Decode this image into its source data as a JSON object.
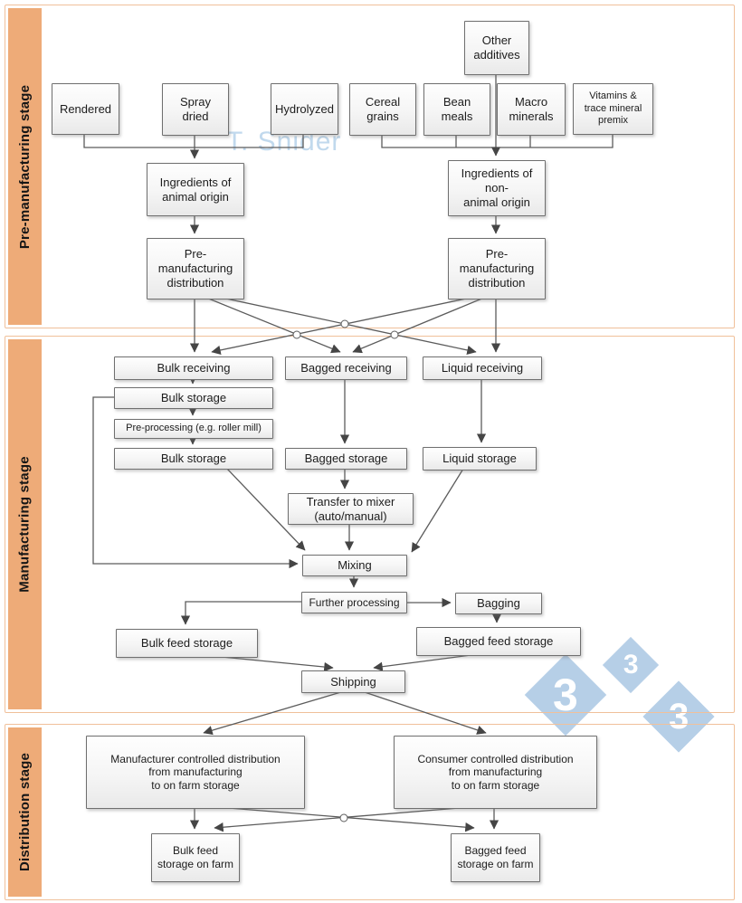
{
  "stages": [
    {
      "label": "Pre-manufacturing stage"
    },
    {
      "label": "Manufacturing stage"
    },
    {
      "label": "Distribution stage"
    }
  ],
  "watermarks": {
    "author": "T. Snider",
    "diamond_digit": "3"
  },
  "colors": {
    "stage_bar": "#eeab78",
    "stage_border": "#f0c09a",
    "watermark_blue": "#b6cfe7",
    "box_border": "#6f6f6f",
    "arrow": "#4f4f4f"
  },
  "nodes": {
    "other_additives": "Other\nadditives",
    "rendered": "Rendered",
    "spray_dried": "Spray\ndried",
    "hydrolyzed": "Hydrolyzed",
    "cereal_grains": "Cereal\ngrains",
    "bean_meals": "Bean\nmeals",
    "macro_minerals": "Macro\nminerals",
    "vitamins_premix": "Vitamins &\ntrace mineral\npremix",
    "ingredients_animal": "Ingredients of\nanimal origin",
    "ingredients_non_animal": "Ingredients of\nnon-\nanimal origin",
    "pre_manufacturing_distribution_left": "Pre-\nmanufacturing\ndistribution",
    "pre_manufacturing_distribution_right": "Pre-\nmanufacturing\ndistribution",
    "bulk_receiving": "Bulk receiving",
    "bagged_receiving": "Bagged receiving",
    "liquid_receiving": "Liquid receiving",
    "bulk_storage_1": "Bulk storage",
    "pre_processing": "Pre-processing (e.g. roller mill)",
    "bulk_storage_2": "Bulk storage",
    "bagged_storage": "Bagged storage",
    "liquid_storage": "Liquid storage",
    "transfer_to_mixer": "Transfer to mixer\n(auto/manual)",
    "mixing": "Mixing",
    "further_processing": "Further processing",
    "bagging": "Bagging",
    "bulk_feed_storage": "Bulk feed storage",
    "bagged_feed_storage": "Bagged feed storage",
    "shipping": "Shipping",
    "manufacturer_distribution": "Manufacturer controlled distribution\nfrom manufacturing\nto on farm storage",
    "consumer_distribution": "Consumer controlled distribution\nfrom manufacturing\nto on farm storage",
    "bulk_feed_storage_farm": "Bulk feed\nstorage on farm",
    "bagged_feed_storage_farm": "Bagged feed\nstorage on farm"
  }
}
